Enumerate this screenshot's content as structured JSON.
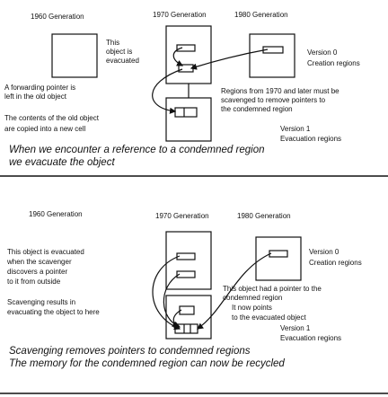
{
  "panel1": {
    "gen1960": "1960 Generation",
    "gen1970": "1970 Generation",
    "gen1980": "1980 Generation",
    "object_evacuated": [
      "This",
      "object is",
      "evacuated"
    ],
    "forwarding": [
      "A forwarding pointer is",
      "left in the old object"
    ],
    "contents": [
      "The contents of the old object",
      "are copied into a new cell"
    ],
    "version0": [
      "Version 0",
      "Creation regions"
    ],
    "regions_note": [
      "Regions from 1970 and later must be",
      "scavenged to remove pointers to",
      "the condemned region"
    ],
    "version1": [
      "Version 1",
      "Evacuation regions"
    ],
    "caption": [
      "When we encounter a reference to a condemned region",
      "we evacuate the object"
    ]
  },
  "panel2": {
    "gen1960": "1960 Generation",
    "gen1970": "1970 Generation",
    "gen1980": "1980 Generation",
    "evacuated_note": [
      "This object is evacuated",
      "when the scavenger",
      "discovers a pointer",
      "to it from outside"
    ],
    "scavenging_note": [
      "Scavenging results in",
      "evacuating the object to here"
    ],
    "version0": [
      "Version 0",
      "Creation regions"
    ],
    "pointer_note": [
      "This object had a pointer to the",
      "condemned region",
      "It now points",
      "to the evacuated object"
    ],
    "version1": [
      "Version 1",
      "Evacuation regions"
    ],
    "caption": [
      "Scavenging removes pointers to condemned regions",
      "The memory for the condemned region can now be recycled"
    ]
  }
}
